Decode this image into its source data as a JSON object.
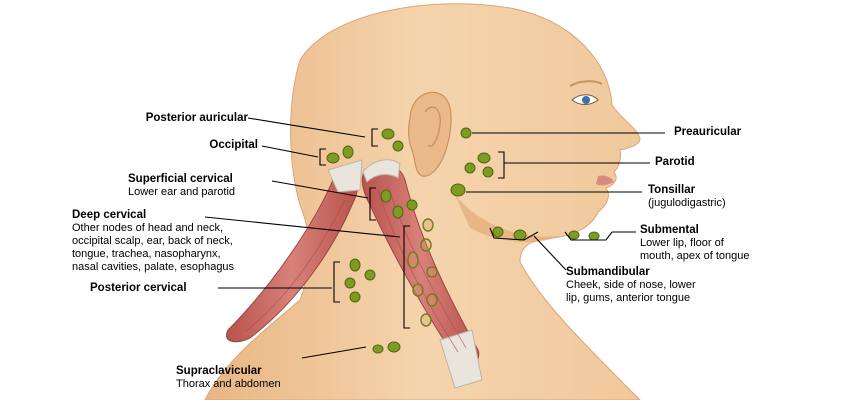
{
  "colors": {
    "skin": "#f3d0a6",
    "skin_shadow": "#e6b582",
    "muscle": "#c96a63",
    "muscle_dark": "#a94b47",
    "tendon": "#e9e4dc",
    "node_fill": "#7f9b22",
    "node_edge": "#4f6712",
    "line": "#000000"
  },
  "labels": {
    "posterior_auricular": {
      "title": "Posterior auricular"
    },
    "occipital": {
      "title": "Occipital"
    },
    "superficial_cervical": {
      "title": "Superficial cervical",
      "desc": "Lower ear and parotid"
    },
    "deep_cervical": {
      "title": "Deep cervical",
      "desc_lines": [
        "Other nodes of head and neck,",
        "occipital scalp, ear, back of neck,",
        "tongue, trachea, nasopharynx,",
        "nasal cavities, palate, esophagus"
      ]
    },
    "posterior_cervical": {
      "title": "Posterior cervical"
    },
    "supraclavicular": {
      "title": "Supraclavicular",
      "desc": "Thorax and abdomen"
    },
    "preauricular": {
      "title": "Preauricular"
    },
    "parotid": {
      "title": "Parotid"
    },
    "tonsillar": {
      "title": "Tonsillar",
      "desc": "(jugulodigastric)"
    },
    "submental": {
      "title": "Submental",
      "desc_lines": [
        "Lower lip, floor of",
        "mouth, apex of tongue"
      ]
    },
    "submandibular": {
      "title": "Submandibular",
      "desc_lines": [
        "Cheek, side of nose, lower",
        "lip, gums, anterior tongue"
      ]
    }
  }
}
